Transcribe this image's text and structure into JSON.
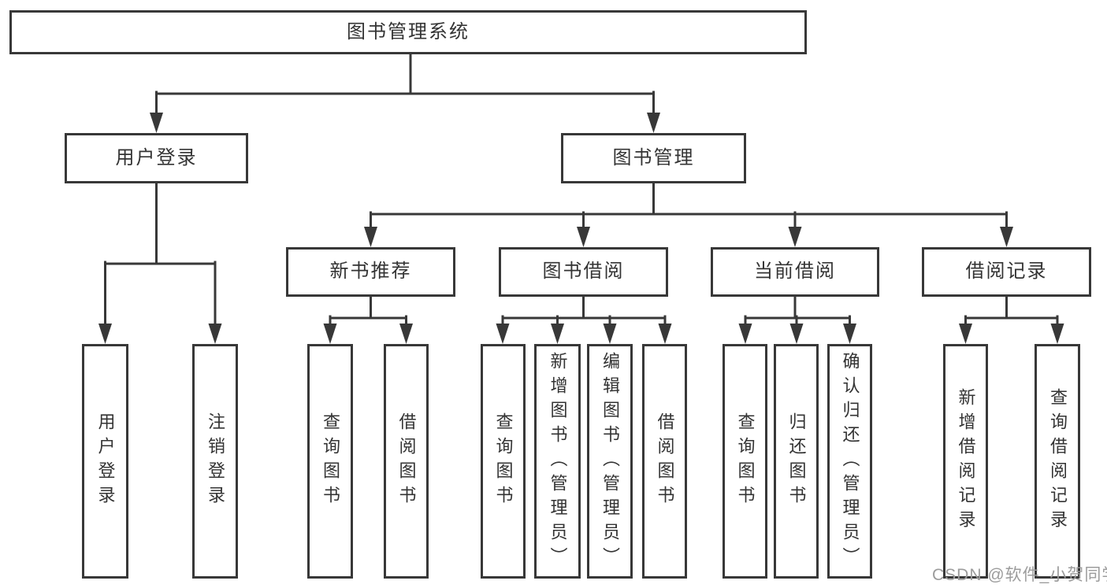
{
  "diagram": {
    "root": "图书管理系统",
    "branches": {
      "user_login": "用户登录",
      "book_management": "图书管理"
    },
    "modules": [
      "新书推荐",
      "图书借阅",
      "当前借阅",
      "借阅记录"
    ],
    "leaves": {
      "user_login": [
        "用户登录",
        "注销登录"
      ],
      "new_book": [
        "查询图书",
        "借阅图书"
      ],
      "book_borrow": [
        "查询图书",
        "新增图书（管理员）",
        "编辑图书（管理员）",
        "借阅图书"
      ],
      "current_borrow": [
        "查询图书",
        "归还图书",
        "确认归还（管理员）"
      ],
      "records": [
        "新增借阅记录",
        "查询借阅记录"
      ]
    }
  },
  "watermark": "CSDN @软件_小贺同学",
  "colors": {
    "line": "#383838",
    "box_border": "#383838",
    "text": "#333333",
    "watermark": "#9c9c9c",
    "background": "#ffffff"
  }
}
